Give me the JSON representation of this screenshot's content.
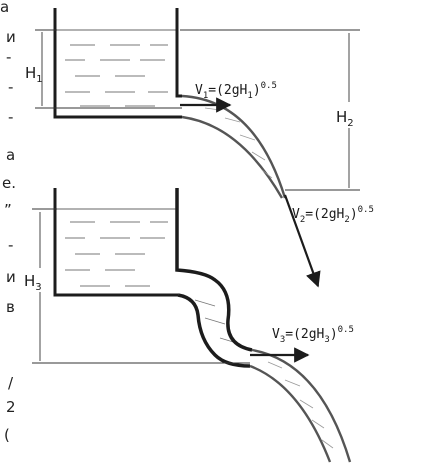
{
  "left_text_fragments": [
    "а",
    "и",
    "-",
    "-",
    "-",
    "а",
    "е.",
    "”",
    "-",
    "и",
    "в",
    "/",
    "2",
    "("
  ],
  "labels": {
    "h1": {
      "main": "H",
      "sub": "1"
    },
    "h2": {
      "main": "H",
      "sub": "2"
    },
    "h3": {
      "main": "H",
      "sub": "3"
    }
  },
  "equations": {
    "v1": {
      "v": "V",
      "sub": "1",
      "mid": "=(2gH",
      "hsub": "1",
      "close": ")",
      "exp": "0.5"
    },
    "v2": {
      "v": "V",
      "sub": "2",
      "mid": "=(2gH",
      "hsub": "2",
      "close": ")",
      "exp": "0.5"
    },
    "v3": {
      "v": "V",
      "sub": "3",
      "mid": "=(2gH",
      "hsub": "3",
      "close": ")",
      "exp": "0.5"
    }
  },
  "colors": {
    "ink": "#1c1c1c",
    "stream_stroke": "#555555",
    "water_fill": "#ffffff"
  }
}
